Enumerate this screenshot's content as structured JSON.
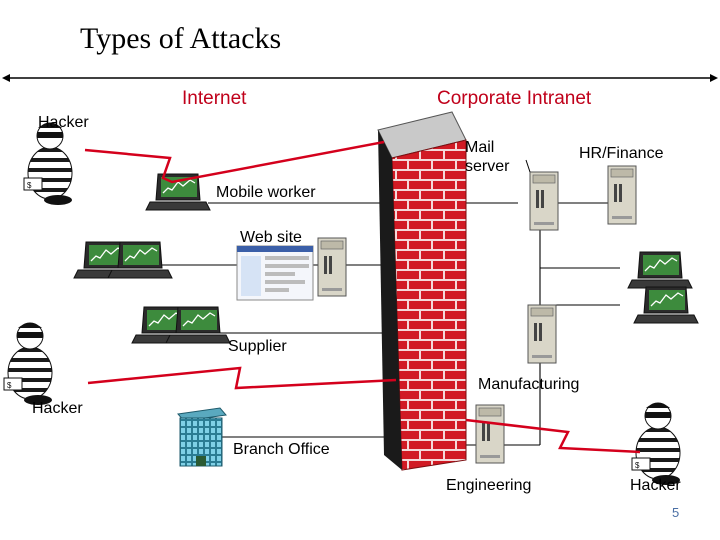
{
  "title": "Types of Attacks",
  "zones": {
    "internet": "Internet",
    "intranet": "Corporate Intranet"
  },
  "labels": {
    "hacker_top_left": "Hacker",
    "hacker_mid_left": "Hacker",
    "hacker_bottom_right": "Hacker",
    "mobile_worker": "Mobile worker",
    "web_site": "Web site",
    "supplier": "Supplier",
    "branch_office": "Branch Office",
    "mail_server": "Mail\nserver",
    "hr_finance": "HR/Finance",
    "manufacturing": "Manufacturing",
    "engineering": "Engineering"
  },
  "page_number": "5",
  "colors": {
    "attack_line": "#d4001c",
    "zone_heading": "#c0001a",
    "firewall_brick": "#d11a24",
    "slide_number": "#4a6fa5"
  }
}
